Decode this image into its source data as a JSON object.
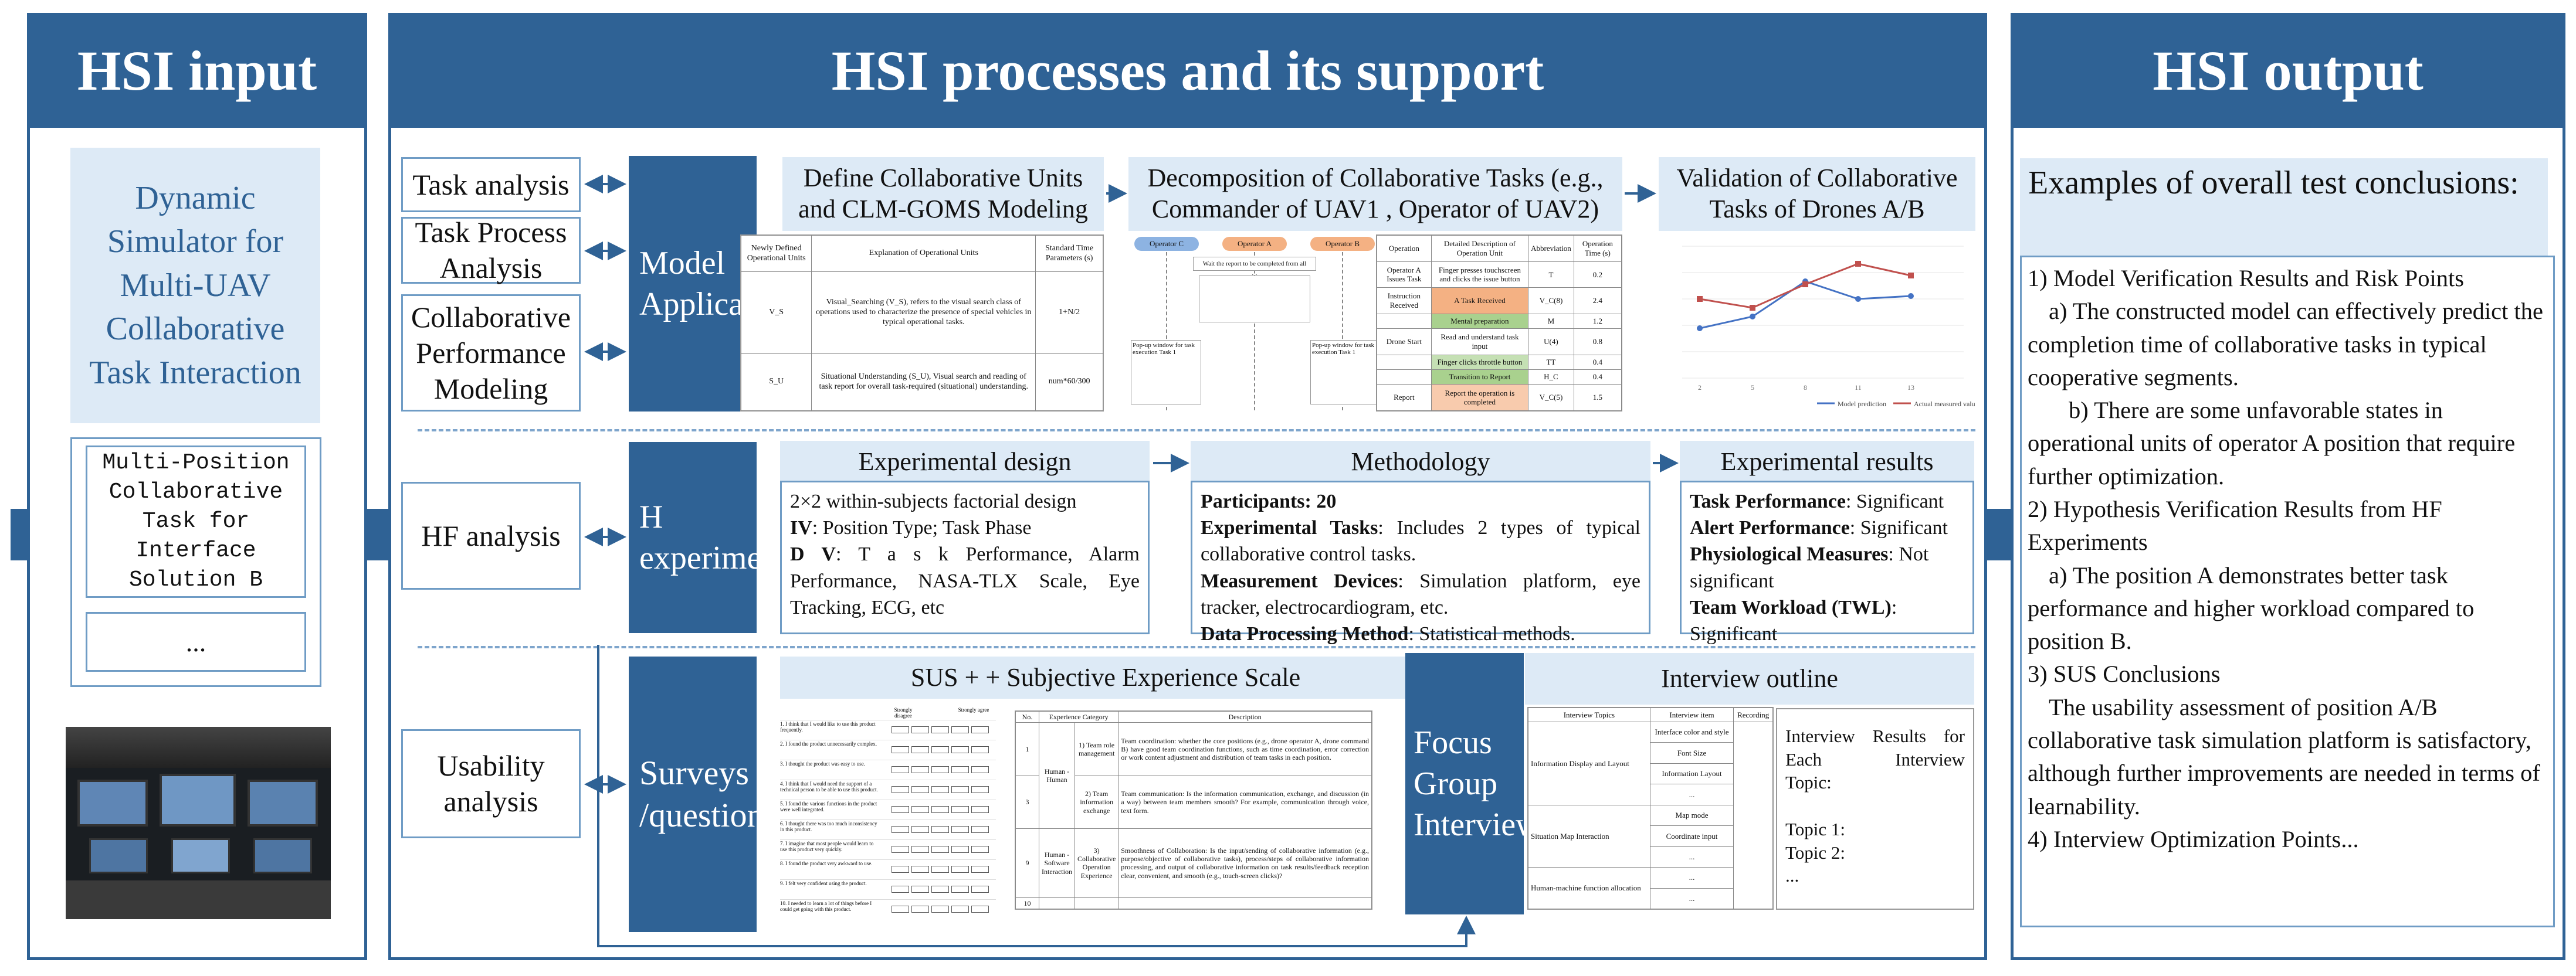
{
  "titles": {
    "input": "HSI input",
    "process": "HSI processes and its support",
    "output": "HSI output"
  },
  "input": {
    "simulator": "Dynamic Simulator for Multi-UAV Collaborative Task Interaction",
    "solution": "Multi-Position Collaborative Task for Interface Solution B",
    "ellipsis": "..."
  },
  "left_labels": {
    "task_analysis": "Task analysis",
    "task_process": "Task Process Analysis",
    "collab_perf": "Collaborative Performance Modeling",
    "hf_analysis": "HF analysis",
    "usability": "Usability analysis"
  },
  "dark_boxes": {
    "model": "Model Application",
    "hf": "H F experiment",
    "surveys": "Surveys /questionnaires",
    "focus": "Focus Group Interviews"
  },
  "row1": {
    "h1": "Define Collaborative Units and CLM-GOMS Modeling",
    "h2": "Decomposition of Collaborative Tasks (e.g., Commander of UAV1 , Operator of UAV2)",
    "h3": "Validation of Collaborative Tasks of Drones A/B",
    "units_table": {
      "headers": [
        "Newly Defined Operational Units",
        "Explanation of Operational Units",
        "Standard Time Parameters (s)"
      ],
      "rows": [
        [
          "V_S",
          "Visual_Searching (V_S), refers to the visual search class of operations used to characterize the presence of special vehicles in typical operational tasks.",
          "1+N/2"
        ],
        [
          "S_U",
          "Situational Understanding (S_U), Visual search and reading of task report for overall task-required (situational) understanding.",
          "num*60/300"
        ]
      ]
    },
    "decomp": {
      "actors": [
        "Operator C",
        "Operator A",
        "Operator B"
      ],
      "note": "Wait the report to be completed from all positions",
      "left_note": "Pop-up window for task execution Task 1",
      "right_note": "Pop-up window for task execution Task 1"
    },
    "op_table": {
      "headers": [
        "Operation",
        "Detailed Description of Operation Unit",
        "Abbreviation",
        "Operation Time (s)"
      ],
      "rows": [
        [
          "Operator A Issues Task",
          "Finger presses touchscreen and clicks the issue button",
          "T",
          "0.2"
        ],
        [
          "Instruction Received",
          "A Task Received",
          "V_C(8)",
          "2.4"
        ],
        [
          "",
          "Mental preparation",
          "M",
          "1.2"
        ],
        [
          "Drone Start",
          "Read and understand task input",
          "U(4)",
          "0.8"
        ],
        [
          "",
          "Finger clicks throttle button",
          "TT",
          "0.4"
        ],
        [
          "",
          "Transition to Report",
          "H_C",
          "0.4"
        ],
        [
          "Report",
          "Report the operation is completed",
          "V_C(5)",
          "1.5"
        ]
      ]
    },
    "validation": {
      "legend": [
        "Model prediction",
        "Actual measured values"
      ],
      "x": [
        2,
        5,
        8,
        11,
        13
      ]
    }
  },
  "row2": {
    "h1": "Experimental design",
    "h2": "Methodology",
    "h3": "Experimental results",
    "design_l1": "2×2 within-subjects factorial design",
    "design_iv_k": "IV",
    "design_iv_v": ": Position Type; Task Phase",
    "design_dv_k": "D V",
    "design_dv_v": ": T a s k  Performance, Alarm Performance, NASA-TLX Scale, Eye Tracking, ECG, etc",
    "m_participants_k": "Participants:",
    "m_participants_v": " 20",
    "m_tasks_k": "Experimental Tasks",
    "m_tasks_v": ": Includes 2 types of typical collaborative control tasks.",
    "m_devices_k": "Measurement Devices",
    "m_devices_v": ": Simulation platform, eye tracker, electrocardiogram, etc.",
    "m_method_k": "Data Processing Method",
    "m_method_v": ": Statistical methods.",
    "r_task_k": "Task Performance",
    "r_task_v": ": Significant",
    "r_alert_k": "Alert Performance",
    "r_alert_v": ": Significant",
    "r_phys_k": "Physiological Measures",
    "r_phys_v": ": Not significant",
    "r_twl_k": "Team Workload (TWL)",
    "r_twl_v": ": Significant"
  },
  "row3": {
    "h1": "SUS + + Subjective Experience Scale",
    "h2": "Interview outline",
    "sus_anchor_l": "Strongly disagree",
    "sus_anchor_r": "Strongly agree",
    "sus_items": [
      "1. I think that I would like to use this product frequently.",
      "2. I found the product unnecessarily complex.",
      "3. I thought the product was easy to use.",
      "4. I think that I would need the support of a technical person to be able to use this product.",
      "5. I found the various functions in the product were well integrated.",
      "6. I thought there was too much inconsistency in this product.",
      "7. I imagine that most people would learn to use this product very quickly.",
      "8. I found the product very awkward to use.",
      "9. I felt very confident using the product.",
      "10. I needed to learn a lot of things before I could get going with this product."
    ],
    "exp_headers": [
      "No.",
      "Experience Category",
      "Description"
    ],
    "exp_rows": [
      [
        "1",
        "Human - Human",
        "1) Team role management",
        "Team coordination: whether the core positions (e.g., drone operator A, drone command B) have good team coordination functions, such as time coordination, error correction or work content adjustment and distribution of team tasks in each position."
      ],
      [
        "3",
        "",
        "2) Team information exchange",
        "Team communication: Is the information communication, exchange, and discussion (in a way) between team members smooth? For example, communication through voice, text form."
      ],
      [
        "9",
        "Human - Software Interaction",
        "3) Collaborative Operation Experience",
        "Smoothness of Collaboration: Is the input/sending of collaborative information (e.g., purpose/objective of collaborative tasks), process/steps of collaborative information processing, and output of collaborative information on task results/feedback reception clear, convenient, and smooth (e.g., touch-screen clicks)?"
      ],
      [
        "10",
        "",
        "",
        ""
      ]
    ],
    "int_headers": [
      "Interview Topics",
      "Interview item",
      "Recording"
    ],
    "int_topics": [
      "Information Display and Layout",
      "Situation Map Interaction",
      "Human-machine function allocation"
    ],
    "int_items": [
      "Interface color and style",
      "Font Size",
      "Information Layout",
      "...",
      "Map mode",
      "Coordinate input",
      "...",
      "...",
      "..."
    ],
    "int_results_lines": [
      "Interview Results for",
      "Each Interview",
      "Topic:",
      "",
      "Topic 1:",
      "Topic 2:",
      "..."
    ]
  },
  "output": {
    "heading": "Examples of overall test conclusions:",
    "lines": [
      "1) Model Verification Results and Risk Points",
      "a) The constructed model can effectively predict the completion time of collaborative tasks in typical cooperative segments.",
      "b) There are some unfavorable states in operational units of operator A position that require further optimization.",
      "2) Hypothesis Verification Results from HF Experiments",
      "a) The position A demonstrates better task performance and higher workload compared to position B.",
      "3) SUS Conclusions",
      "The usability assessment of  position A/B collaborative task simulation platform is satisfactory, although further improvements are needed in terms of learnability.",
      "4) Interview Optimization Points..."
    ]
  },
  "colors": {
    "dark_blue": "#2f6295",
    "light_blue": "#ddeaf6",
    "border_blue": "#6f9cc5",
    "model_line": "#4472c4",
    "actual_line": "#c0504d"
  }
}
